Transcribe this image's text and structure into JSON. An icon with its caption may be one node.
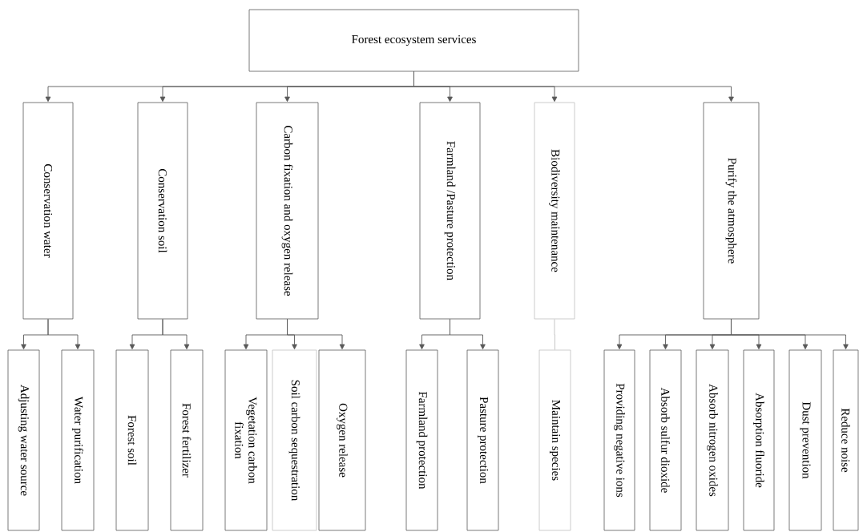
{
  "diagram": {
    "nodes": [
      {
        "text": [
          "Forest ecosystem services"
        ]
      },
      {
        "text": [
          "Conservation water"
        ]
      },
      {
        "text": [
          "Conservation soil"
        ]
      },
      {
        "text": [
          "Carbon fixation and oxygen release"
        ]
      },
      {
        "text": [
          "Farmland /Pasture protection"
        ]
      },
      {
        "text": [
          "Biodiversity maintenance"
        ]
      },
      {
        "text": [
          "Purify the atmosphere"
        ]
      },
      {
        "text": [
          "Adjusting water source"
        ]
      },
      {
        "text": [
          "Water purification"
        ]
      },
      {
        "text": [
          "Forest soil"
        ]
      },
      {
        "text": [
          "Forest fertilizer"
        ]
      },
      {
        "text": [
          "Vegetation carbon fixation"
        ]
      },
      {
        "text": [
          "Soil carbon sequestration"
        ]
      },
      {
        "text": [
          "Oxygen release"
        ]
      },
      {
        "text": [
          "Farmland protection"
        ]
      },
      {
        "text": [
          "Pasture protection"
        ]
      },
      {
        "text": [
          "Maintain species"
        ]
      },
      {
        "text": [
          "Providing negative ions"
        ]
      },
      {
        "text": [
          "Absorb sulfur dioxide"
        ]
      },
      {
        "text": [
          "Absorb nitrogen oxides"
        ]
      },
      {
        "text": [
          "Absorption fluoride"
        ]
      },
      {
        "text": [
          "Dust prevention"
        ]
      },
      {
        "text": [
          "Reduce noise"
        ]
      }
    ],
    "edges": [
      {
        "from": 0,
        "to": 1,
        "arrow": "to"
      },
      {
        "from": 0,
        "to": 2,
        "arrow": "to"
      },
      {
        "from": 0,
        "to": 3,
        "arrow": "to"
      },
      {
        "from": 0,
        "to": 4,
        "arrow": "to"
      },
      {
        "from": 0,
        "to": 5,
        "arrow": "to"
      },
      {
        "from": 0,
        "to": 6,
        "arrow": "to"
      },
      {
        "from": 1,
        "to": 7,
        "arrow": "to"
      },
      {
        "from": 1,
        "to": 8,
        "arrow": "to"
      },
      {
        "from": 2,
        "to": 9,
        "arrow": "to"
      },
      {
        "from": 2,
        "to": 10,
        "arrow": "to"
      },
      {
        "from": 3,
        "to": 11,
        "arrow": "to"
      },
      {
        "from": 3,
        "to": 12,
        "arrow": "to"
      },
      {
        "from": 3,
        "to": 13,
        "arrow": "to"
      },
      {
        "from": 4,
        "to": 14,
        "arrow": "to"
      },
      {
        "from": 4,
        "to": 15,
        "arrow": "to"
      },
      {
        "from": 5,
        "to": 16,
        "arrow": "none",
        "color": "#bfbfbf"
      },
      {
        "from": 6,
        "to": 17,
        "arrow": "to"
      },
      {
        "from": 6,
        "to": 18,
        "arrow": "to"
      },
      {
        "from": 6,
        "to": 19,
        "arrow": "to"
      },
      {
        "from": 6,
        "to": 20,
        "arrow": "to"
      },
      {
        "from": 6,
        "to": 21,
        "arrow": "to"
      },
      {
        "from": 6,
        "to": 22,
        "arrow": "to"
      }
    ]
  }
}
